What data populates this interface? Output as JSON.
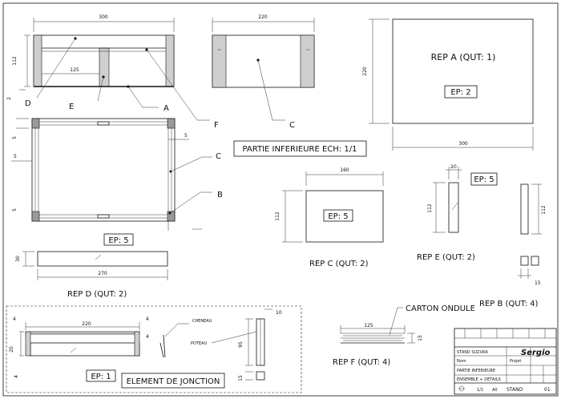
{
  "dimensions": {
    "top_width": "300",
    "top_height": "112",
    "top_inner": "125",
    "top_gap": "2",
    "c_width": "220",
    "repa_width": "300",
    "repa_height": "220",
    "frame_5a": "5",
    "frame_5b": "5",
    "frame_5c": "5",
    "frame_5d": "5",
    "repc_width": "160",
    "repc_height": "112",
    "repe_width": "20",
    "repe_height": "112",
    "repb_height": "112",
    "repb_small": "15",
    "repd_width": "270",
    "repd_height": "30",
    "join_width": "220",
    "join_4a": "4",
    "join_4b": "4",
    "join_20": "20",
    "join_4c": "4",
    "join_4d": "4",
    "join_95": "95",
    "join_10": "10",
    "join_15": "15",
    "repf_width": "125",
    "repf_height": "15"
  },
  "callouts": {
    "d": "D",
    "e": "E",
    "a": "A",
    "f": "F",
    "c_top": "C",
    "c_side": "C",
    "b": "B"
  },
  "parts": {
    "rep_a": "REP A (QUT: 1)",
    "rep_a_ep": "EP: 2",
    "main_title": "PARTIE INFERIEURE ECH: 1/1",
    "rep_c": "REP C (QUT: 2)",
    "rep_c_ep": "EP: 5",
    "rep_e": "REP E (QUT: 2)",
    "rep_e_ep": "EP: 5",
    "rep_b": "REP B (QUT: 4)",
    "rep_d": "REP D (QUT: 2)",
    "rep_d_ep": "EP: 5",
    "rep_f": "REP F (QUT: 4)",
    "carton": "CARTON ONDULE",
    "join_ep": "EP: 1",
    "join_title": "ELEMENT DE JONCTION",
    "cheneau": "CHENEAU",
    "poteau": "POTEAU"
  },
  "title_block": {
    "project": "STAND SUZUKA",
    "company": "Sergio",
    "part": "PARTIE INFERIEURE",
    "subtitle": "ENSEMBLE + DETAILS",
    "row1": "Nom",
    "row2": "Projet",
    "scale": "1/1",
    "format": "A0",
    "code": "STAND",
    "sheet": "01"
  }
}
